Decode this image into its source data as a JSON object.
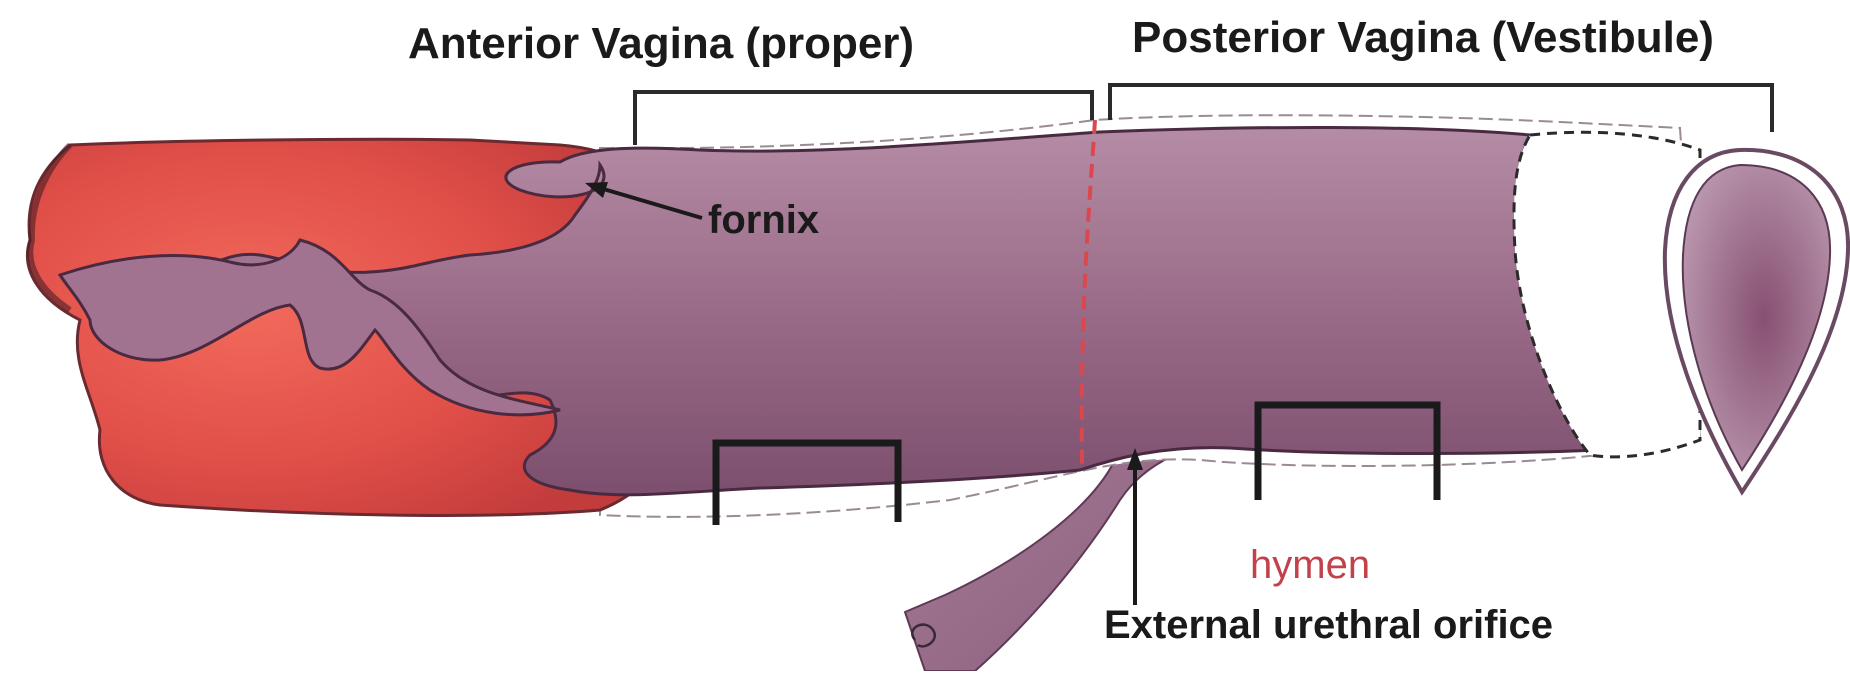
{
  "labels": {
    "anterior": "Anterior Vagina (proper)",
    "posterior": "Posterior Vagina (Vestibule)",
    "fornix": "fornix",
    "hymen": "hymen",
    "urethral": "External urethral orifice"
  },
  "colors": {
    "cervix_red": "#e2574f",
    "cervix_dark": "#8e3a3e",
    "vagina_mauve": "#9b6d8a",
    "vagina_dark": "#6e4262",
    "hymen_line": "#d9484f",
    "hymen_text": "#c2424c",
    "bracket": "#2a2a2a",
    "text": "#1a1a1a"
  }
}
